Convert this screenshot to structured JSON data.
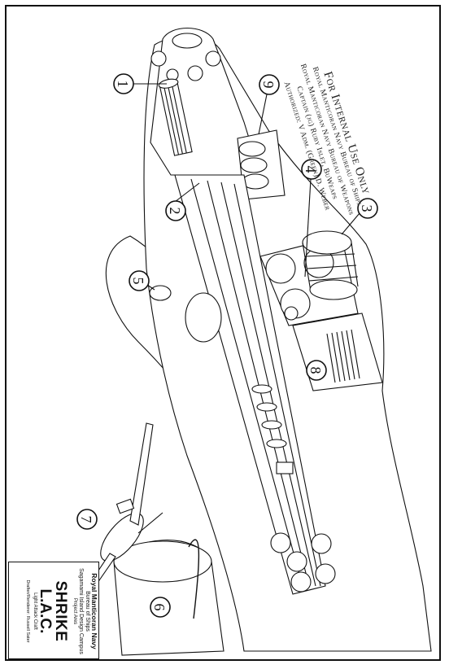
{
  "notice": {
    "title": "For Internal Use Only",
    "line1": "Royal Manticoran Navy Bureau of Ships",
    "line2": "Royal Manticoran Navy Bureau of Weapons",
    "line3": "Captain (jg) Ruby Islet, BuWeaps",
    "line4": "Authorized: V Adm. (Green) D. Weber"
  },
  "title_block": {
    "org": "Royal Manticoran Navy",
    "bureau": "Bureau of Ships",
    "campus": "Sagamami Island Design Campus",
    "project": "Project Ares",
    "name": "SHRIKE",
    "class": "L.A.C.",
    "role": "Light Attack Craft",
    "drafter": "Drafter/Renderer: Russell Sater"
  },
  "callouts": [
    {
      "label": "1"
    },
    {
      "label": "2"
    },
    {
      "label": "3"
    },
    {
      "label": "4"
    },
    {
      "label": "5"
    },
    {
      "label": "6"
    },
    {
      "label": "7"
    },
    {
      "label": "8"
    },
    {
      "label": "9"
    }
  ]
}
